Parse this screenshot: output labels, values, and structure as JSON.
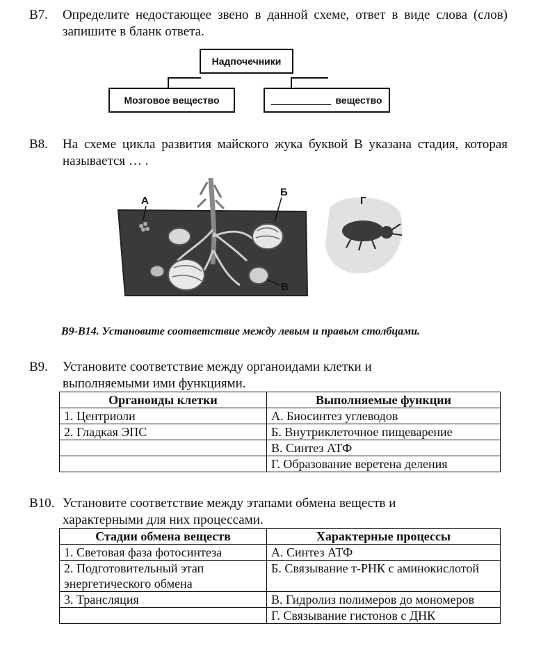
{
  "b7": {
    "num": "В7.",
    "text": "Определите недостающее звено в данной схеме, ответ в виде слова (слов) запишите в бланк ответа.",
    "top_box": "Надпочечники",
    "left_box": "Мозговое вещество",
    "right_box": "вещество"
  },
  "b8": {
    "num": "В8.",
    "text": "На схеме цикла развития майского жука буквой В указана стадия, которая называется … .",
    "labels": [
      "А",
      "Б",
      "В",
      "Г"
    ]
  },
  "instruction": "В9-В14. Установите соответствие между левым и правым столбцами.",
  "b9": {
    "num": "В9.",
    "text": "Установите соответствие между органоидами клетки и выполняемыми ими функциями.",
    "headers": [
      "Органоиды клетки",
      "Выполняемые функции"
    ],
    "rows": [
      [
        "1. Центриоли",
        "А. Биосинтез углеводов"
      ],
      [
        "2. Гладкая ЭПС",
        "Б. Внутриклеточное пищеварение"
      ],
      [
        "",
        "В. Синтез АТФ"
      ],
      [
        "",
        "Г. Образование веретена деления"
      ]
    ]
  },
  "b10": {
    "num": "В10.",
    "text": "Установите соответствие между этапами обмена веществ и характерными для них процессами.",
    "headers": [
      "Стадии обмена веществ",
      "Характерные процессы"
    ],
    "rows": [
      [
        "1. Световая фаза фотосинтеза",
        "А. Синтез АТФ"
      ],
      [
        "2. Подготовительный этап энергетического обмена",
        "Б. Связывание т-РНК с аминокислотой"
      ],
      [
        "3. Трансляция",
        "В. Гидролиз полимеров до мономеров"
      ],
      [
        "",
        "Г. Связывание гистонов с ДНК"
      ]
    ]
  }
}
